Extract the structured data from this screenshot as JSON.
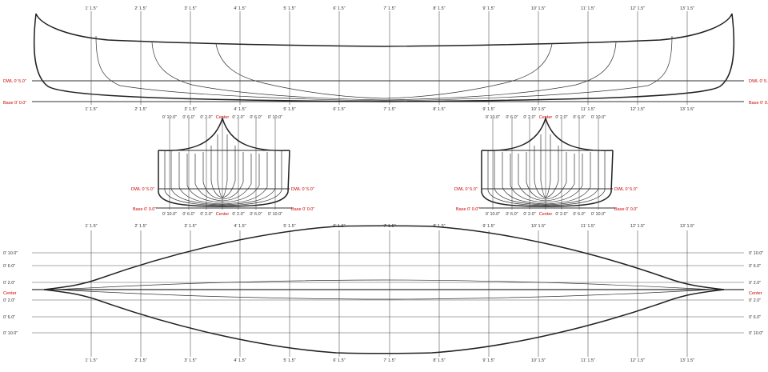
{
  "stations": [
    "1' 1.5\"",
    "2' 1.5\"",
    "3' 1.5\"",
    "4' 1.5\"",
    "5' 1.5\"",
    "6' 1.5\"",
    "7' 1.5\"",
    "8' 1.5\"",
    "9' 1.5\"",
    "10' 1.5\"",
    "11' 1.5\"",
    "12' 1.5\"",
    "13' 1.5\""
  ],
  "profile": {
    "dwl_label": "DWL 0' 5.0\"",
    "base_label": "Base 0' 0.0\""
  },
  "body_plan": {
    "offset_labels": [
      "0' 10.0\"",
      "0' 6.0\"",
      "0' 2.0\"",
      "Center",
      "0' 2.0\"",
      "0' 6.0\"",
      "0' 10.0\""
    ],
    "dwl_label": "DWL 0' 5.0\"",
    "base_label": "Base 0' 0.0\""
  },
  "plan_view": {
    "left_labels": [
      "0' 10.0\"",
      "0' 6.0\"",
      "0' 2.0\"",
      "Center",
      "0' 2.0\"",
      "0' 6.0\"",
      "0' 10.0\""
    ],
    "right_labels": [
      "0' 10.0\"",
      "0' 6.0\"",
      "0' 2.0\"",
      "Center",
      "0' 2.0\"",
      "0' 6.0\"",
      "0' 10.0\""
    ]
  },
  "colors": {
    "line": "#222222",
    "label_red": "#cc0000",
    "grid": "#555555"
  }
}
